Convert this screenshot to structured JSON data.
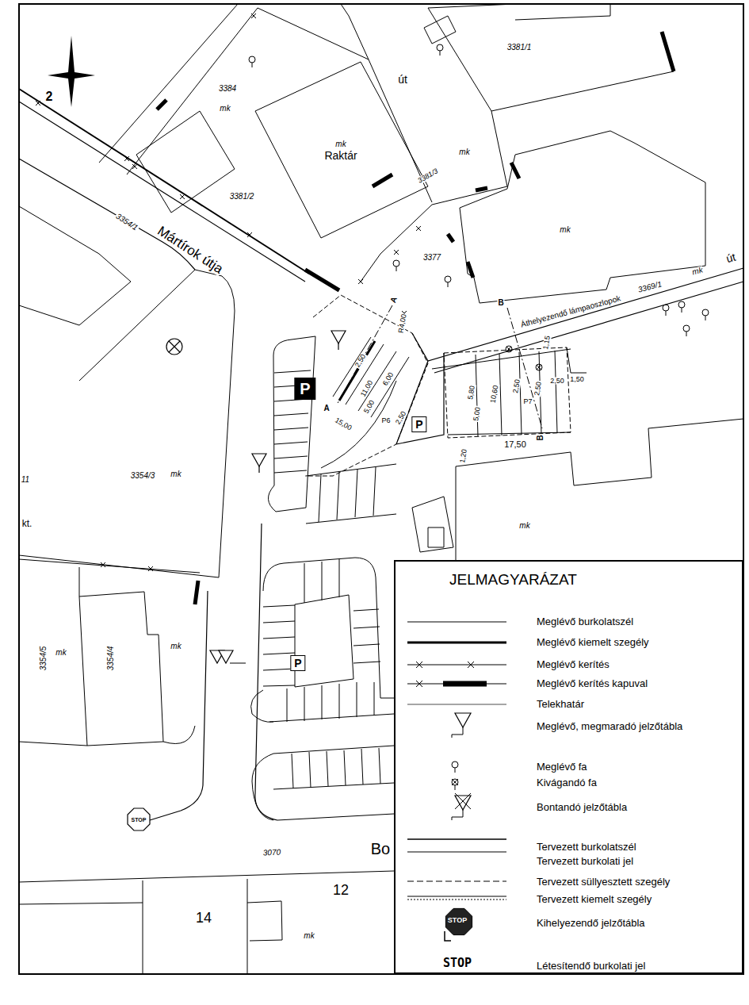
{
  "diagram": {
    "nodes": [
      {
        "text": [
          "mk",
          "Raktár"
        ]
      },
      {
        "text": [
          "JELMAGYARÁZAT"
        ]
      }
    ],
    "labels": [
      "2",
      "3384",
      "mk",
      "3381/2",
      "út",
      "3381/1",
      "mk",
      "3381/3",
      "mk",
      "3377",
      "út",
      "mk",
      "3369/1",
      "Áthelyezendő lámpaoszlopok",
      "B",
      "B",
      "A",
      "A",
      "3354/1",
      "Mártírok útja",
      "3354/3",
      "mk",
      "11",
      "kt.",
      "3354/5",
      "mk",
      "3354/4",
      "mk",
      "mk",
      "3070",
      "Bo",
      "12",
      "14",
      "mk",
      "STOP",
      "2,50",
      "11,00",
      "6,00",
      "5,00",
      "15,00",
      "2,50",
      "P6",
      "R4,00",
      "5,80",
      "10,60",
      "2,50",
      "2,50",
      "5,00",
      "P7",
      "2,50",
      "1,50",
      "1,15",
      "17,50",
      "1,20",
      "P",
      "P",
      "P",
      "STOP",
      "STOP"
    ],
    "legend": [
      {
        "text": "Meglévő burkolatszél"
      },
      {
        "text": "Meglévő kiemelt szegély"
      },
      {
        "text": "Meglévő kerítés"
      },
      {
        "text": "Meglévő kerítés kapuval"
      },
      {
        "text": "Telekhatár"
      },
      {
        "text": "Meglévő, megmaradó jelzőtábla"
      },
      {
        "text": "Meglévő fa"
      },
      {
        "text": "Kivágandó fa"
      },
      {
        "text": "Bontandó jelzőtábla"
      },
      {
        "text": "Tervezett burkolatszél"
      },
      {
        "text": "Tervezett burkolati jel"
      },
      {
        "text": "Tervezett süllyesztett szegély"
      },
      {
        "text": "Tervezett kiemelt szegély"
      },
      {
        "text": "Kihelyezendő jelzőtábla"
      },
      {
        "text": "Létesítendő burkolati jel"
      }
    ]
  }
}
